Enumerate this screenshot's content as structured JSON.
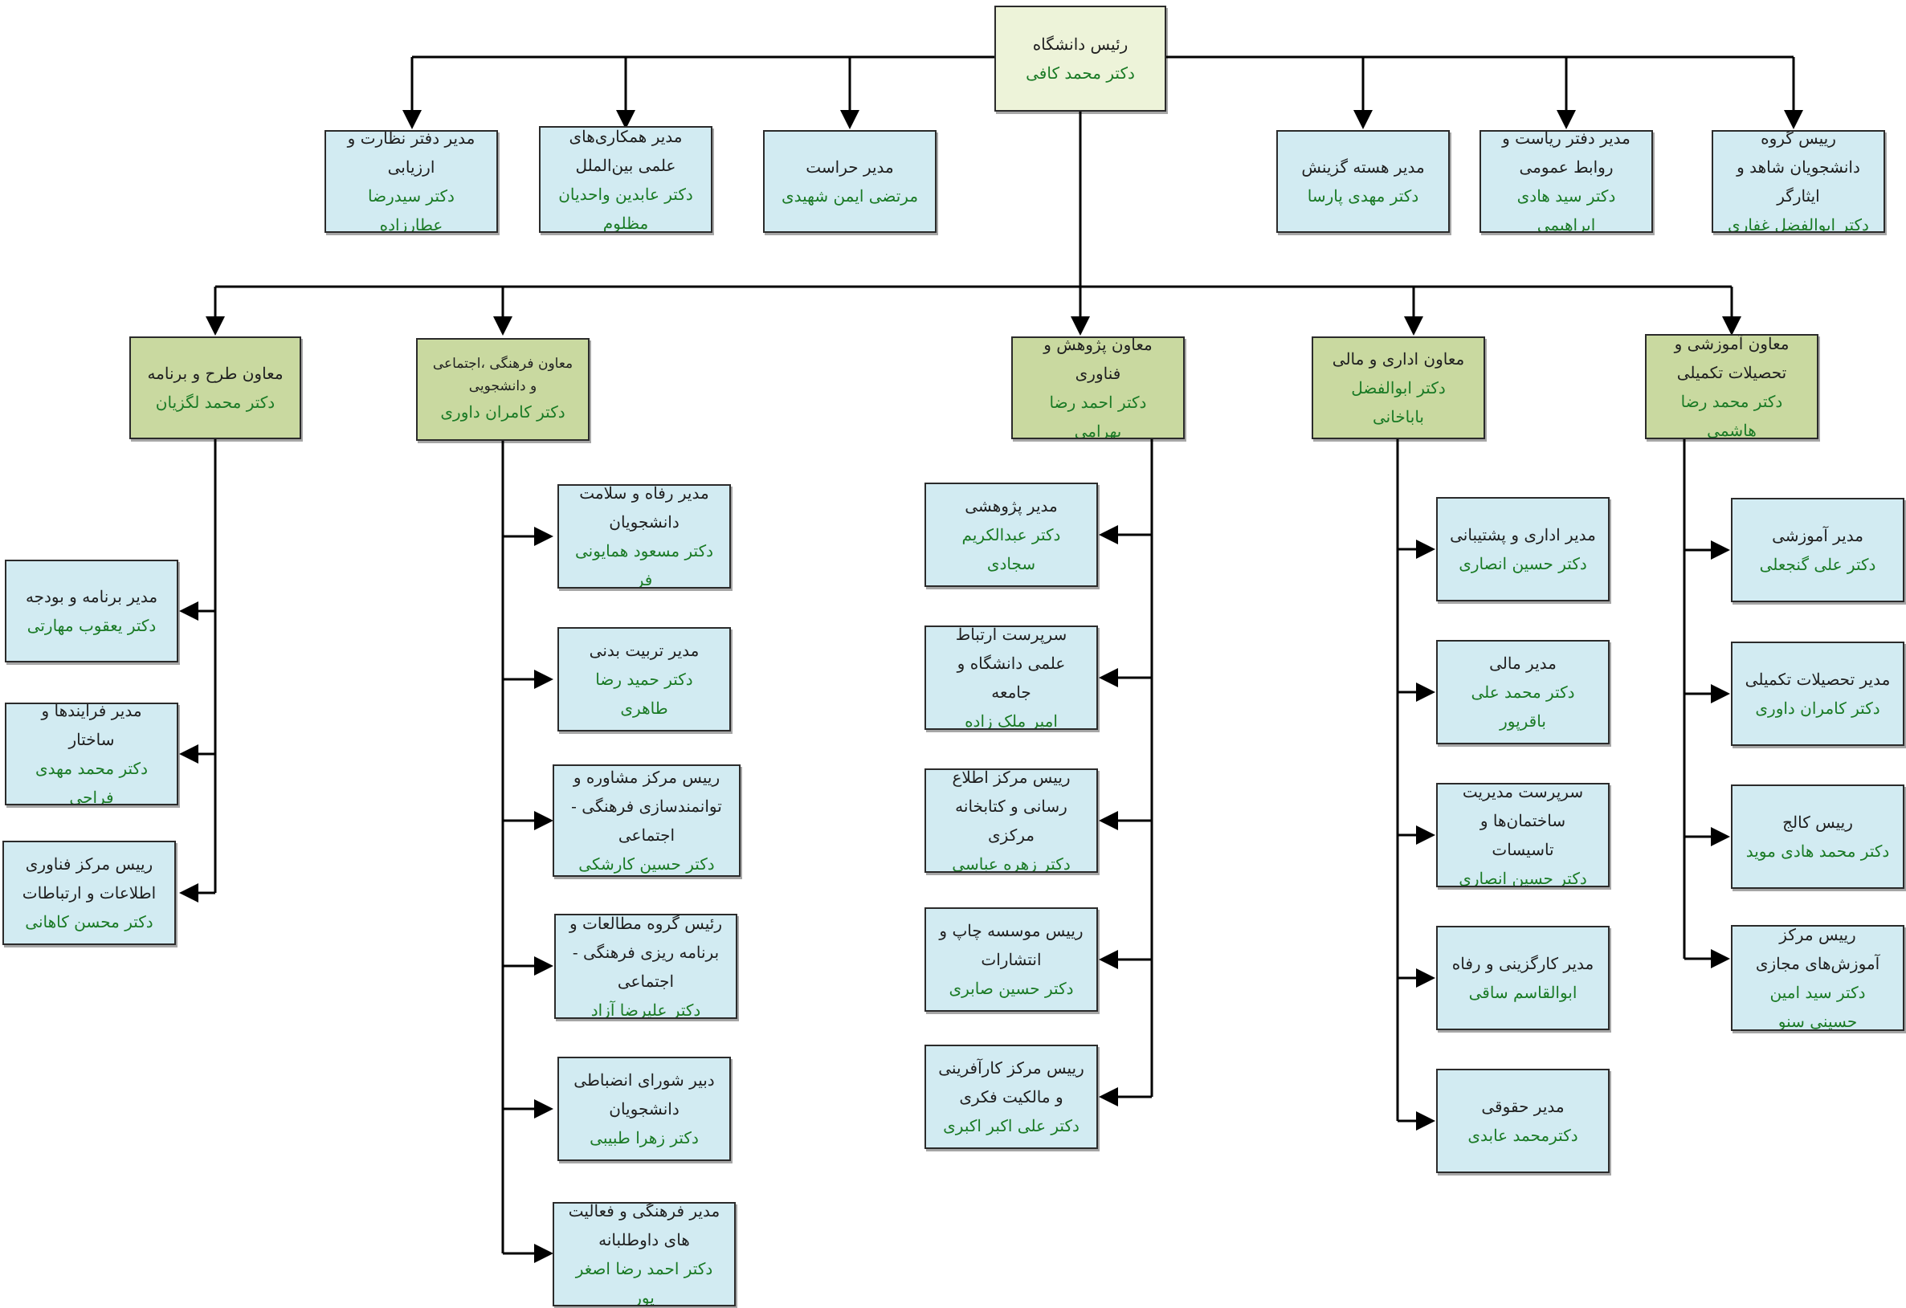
{
  "colors": {
    "box_fill": "#d2ebf2",
    "deputy_fill": "#c9d9a0",
    "head_fill": "#edf3d9",
    "border": "#2b2b2b",
    "name_text": "#1a7a25",
    "title_text": "#1f1f1f",
    "connector": "#000000"
  },
  "head": {
    "title": "رئیس دانشگاه",
    "name": "دکتر محمد کافی"
  },
  "direct_offices": [
    {
      "id": "office-supervision",
      "title": "مدیر دفتر نظارت و ارزیابی",
      "name": "دکتر سیدرضا عطارزاده"
    },
    {
      "id": "office-intl",
      "title": "مدیر همکاری‌های علمی بین‌الملل",
      "name": "دکتر عابدین واحدیان مظلوم"
    },
    {
      "id": "office-security",
      "title": "مدیر حراست",
      "name": "مرتضی ایمن شهیدی"
    },
    {
      "id": "office-selection",
      "title": "مدیر هسته گزینش",
      "name": "دکتر مهدی پارسا"
    },
    {
      "id": "office-presidency",
      "title": "مدیر دفتر ریاست و روابط عمومی",
      "name": "دکتر  سید هادی ابراهیمی"
    },
    {
      "id": "office-shahed",
      "title": "رییس گروه دانشجویان شاهد و ایثارگر",
      "name": "دکتر ابوالفضل غفاری"
    }
  ],
  "deputies": [
    {
      "id": "planning",
      "title": "معاون طرح و برنامه",
      "name": "دکتر محمد لگزیان",
      "units": [
        {
          "title": "مدیر برنامه و بودجه",
          "name": "دکتر یعقوب مهارتی"
        },
        {
          "title": "مدیر فرآیندها و ساختار",
          "name": "دکتر محمد مهدی فراحی"
        },
        {
          "title": "رییس مرکز فناوری اطلاعات و ارتباطات",
          "name": "دکتر محسن کاهانی"
        }
      ]
    },
    {
      "id": "cultural",
      "title": "معاون فرهنگی ،اجتماعی و دانشجویی",
      "name": "دکتر کامران داوری",
      "units": [
        {
          "title": "مدیر رفاه  و سلامت دانشجویان",
          "name": "دکتر مسعود همایونی فر"
        },
        {
          "title": "مدیر تربیت بدنی",
          "name": "دکتر حمید رضا طاهری"
        },
        {
          "title": "رییس مرکز مشاوره و توانمندسازی فرهنگی - اجتماعی",
          "name": "دکتر حسین کارشکی"
        },
        {
          "title": "رئیس گروه مطالعات و برنامه ریزی فرهنگی - اجتماعی",
          "name": "دکتر علیرضا آزاد"
        },
        {
          "title": "دبیر شورای انضباطی دانشجویان",
          "name": "دکتر زهرا طبیبی"
        },
        {
          "title": "مدیر فرهنگی و فعالیت های داوطلبانه",
          "name": "دکتر احمد رضا اصغر پور"
        }
      ]
    },
    {
      "id": "research",
      "title": "معاون پژوهش و فناوری",
      "name": "دکتر احمد رضا بهرامی",
      "units": [
        {
          "title": "مدیر پژوهشی",
          "name": "دکتر  عبدالکریم سجادی"
        },
        {
          "title": "سرپرست ارتباط علمی دانشگاه و جامعه",
          "name": "امیر ملک زاده"
        },
        {
          "title": "رییس مرکز اطلاع رسانی و کتابخانه مرکزی",
          "name": "دکتر  زهره عباسی"
        },
        {
          "title": "رییس موسسه چاپ و انتشارات",
          "name": "دکتر حسین صابری"
        },
        {
          "title": "رییس مرکز کارآفرینی و مالکیت فکری",
          "name": "دکتر علی اکبر اکبری"
        }
      ]
    },
    {
      "id": "admin",
      "title": "معاون اداری و مالی",
      "name": "دکتر ابوالفضل باباخانی",
      "units": [
        {
          "title": "مدیر اداری و پشتیبانی",
          "name": "دکتر  حسین انصاری"
        },
        {
          "title": "مدیر مالی",
          "name": "دکتر محمد علی باقرپور"
        },
        {
          "title": "سرپرست مدیریت ساختمان‌ها و تاسیسات",
          "name": "دکتر حسین انصاری"
        },
        {
          "title": "مدیر کارگزینی و رفاه",
          "name": "ابوالقاسم ساقی"
        },
        {
          "title": "مدیر حقوقی",
          "name": "دکترمحمد عابدی"
        }
      ]
    },
    {
      "id": "education",
      "title": "معاون آموزشی و تحصیلات تکمیلی",
      "name": "دکتر محمد رضا هاشمی",
      "units": [
        {
          "title": "مدیر آموزشی",
          "name": "دکتر علی گنجعلی"
        },
        {
          "title": "مدیر تحصیلات تکمیلی",
          "name": "دکتر کامران داوری"
        },
        {
          "title": "رییس کالج",
          "name": "دکتر محمد هادی موید"
        },
        {
          "title": "رییس مرکز آموزش‌های مجازی",
          "name": "دکتر سید امین حسینی سنو"
        }
      ]
    }
  ]
}
